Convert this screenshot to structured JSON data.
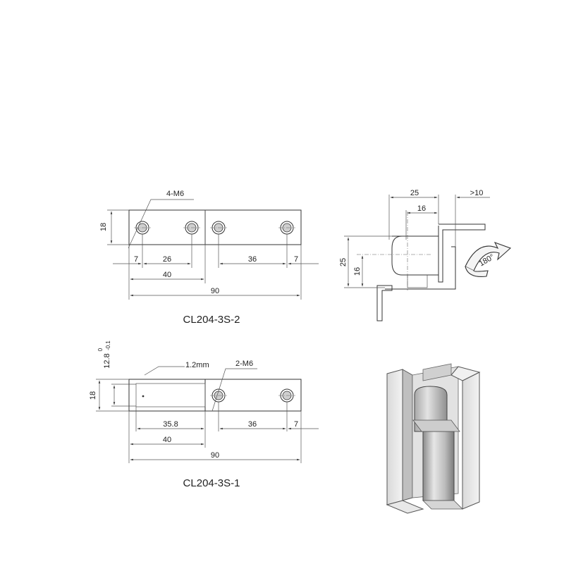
{
  "drawing_2": {
    "caption": "CL204-3S-2",
    "hole_note": "4-M6",
    "dims": {
      "height": "18",
      "edge_left": "7",
      "hole_pitch": "26",
      "left_len": "40",
      "right_pitch": "36",
      "edge_right": "7",
      "total": "90"
    }
  },
  "drawing_1": {
    "caption": "CL204-3S-1",
    "recess_note": "1.2mm",
    "hole_note": "2-M6",
    "tolerance": {
      "nominal": "12.8",
      "upper": "0",
      "lower": "-0.1"
    },
    "dims": {
      "height": "18",
      "recess_len": "35.8",
      "left_len": "40",
      "right_pitch": "36",
      "edge_right": "7",
      "total": "90"
    }
  },
  "side_view": {
    "dims": {
      "width_25": "25",
      "offset_16": "16",
      "gap_10": ">10",
      "height_25": "25",
      "height_16": "16"
    },
    "rotation": "180°"
  },
  "colors": {
    "line": "#333333",
    "metal_light": "#dcdcdc",
    "metal_dark": "#9a9a9a"
  }
}
